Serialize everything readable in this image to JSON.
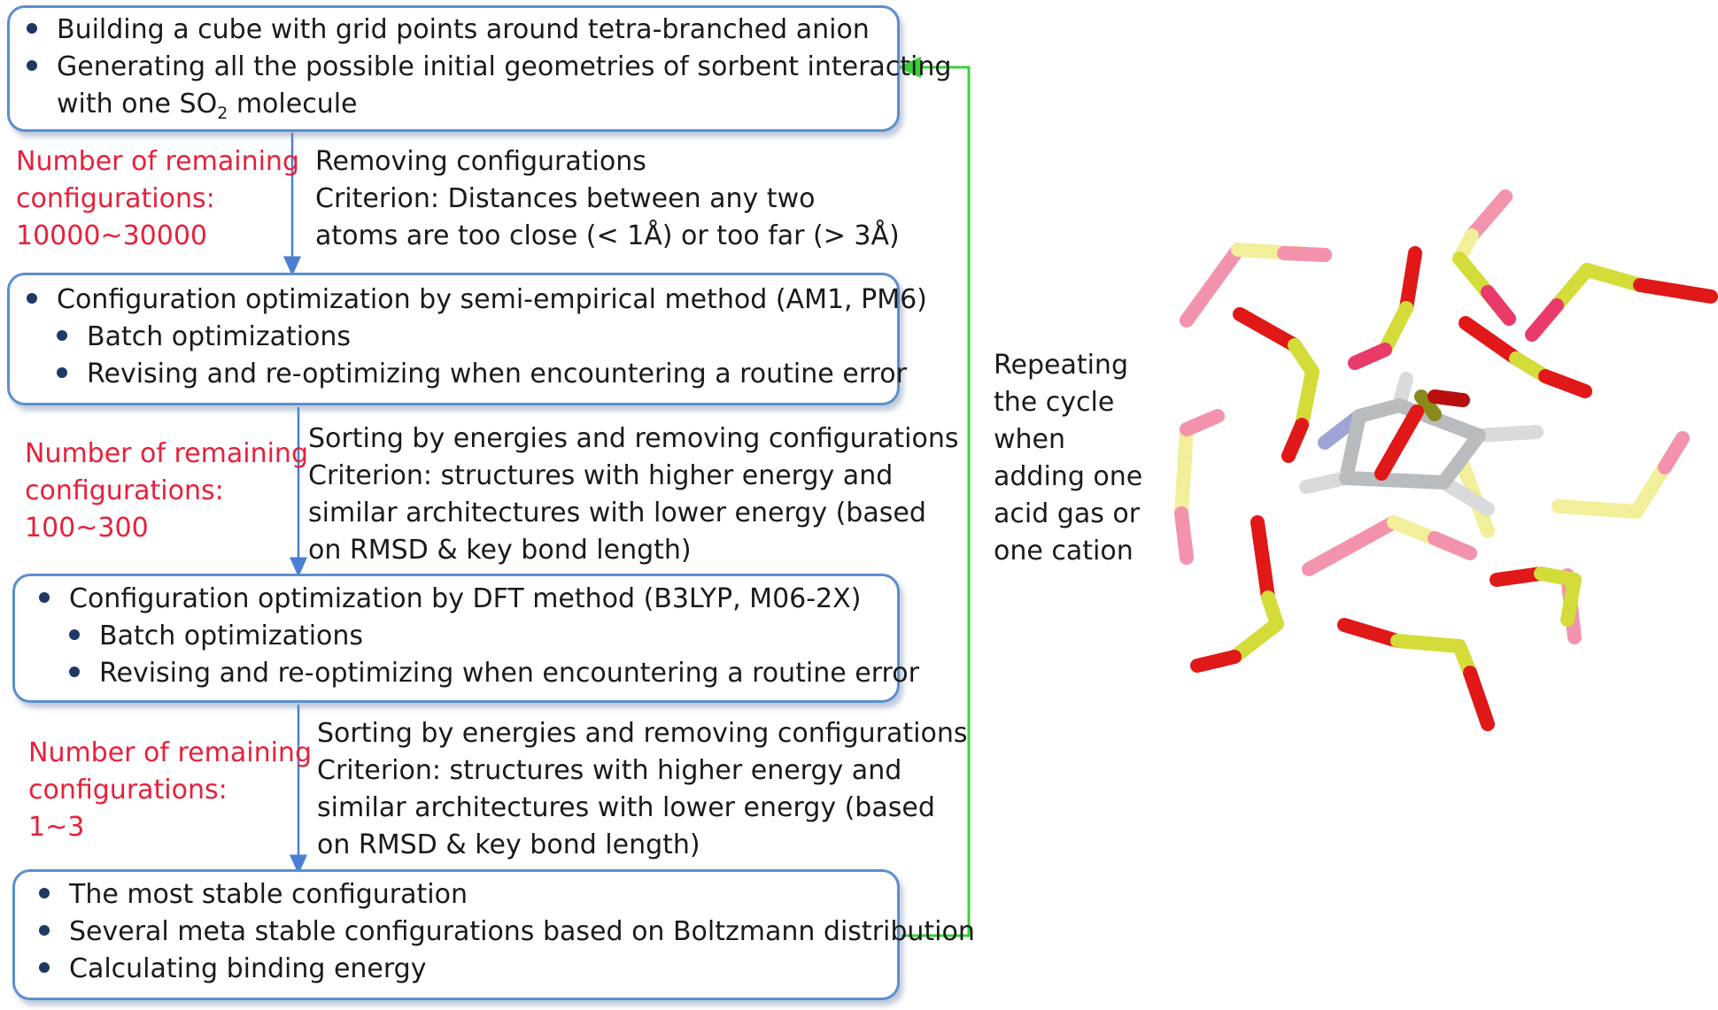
{
  "box1": {
    "line1": "Building a cube with grid points around tetra-branched anion",
    "line2": "Generating all the possible initial geometries of sorbent interacting",
    "line3_a": "with one SO",
    "line3_sub": "2",
    "line3_b": " molecule"
  },
  "step1": {
    "label_line1": "Number of remaining",
    "label_line2": "configurations:",
    "count": "10000~30000",
    "action": "Removing configurations",
    "criterion_label": "Criterion",
    "criterion_line1": ": Distances between any two",
    "criterion_line2": "atoms are too close (< 1Å) or too far (> 3Å)"
  },
  "box2": {
    "line1": "Configuration optimization by semi-empirical method (AM1, PM6)",
    "line2": "Batch optimizations",
    "line3": "Revising and re-optimizing when encountering a routine error"
  },
  "step2": {
    "label_line1": "Number of remaining",
    "label_line2": "configurations:",
    "count": "100~300",
    "action": "Sorting by energies and removing configurations",
    "criterion_label": "Criterion",
    "criterion_line1": ": structures with higher energy and",
    "criterion_line2": "similar architectures with lower energy (based",
    "criterion_line3": "on RMSD & key bond length)"
  },
  "box3": {
    "line1": "Configuration optimization by DFT method (B3LYP, M06-2X)",
    "line2": "Batch optimizations",
    "line3": "Revising and re-optimizing when encountering a routine error"
  },
  "step3": {
    "label_line1": "Number of remaining",
    "label_line2": "configurations:",
    "count": "1~3",
    "action": "Sorting by energies and removing configurations",
    "criterion_label": "Criterion",
    "criterion_line1": ": structures with higher energy and",
    "criterion_line2": "similar architectures with lower energy (based",
    "criterion_line3": "on RMSD & key bond length)"
  },
  "box4": {
    "line1": "The most stable configuration",
    "line2": "Several meta stable configurations based on Boltzmann distribution",
    "line3": "Calculating binding energy"
  },
  "loop": {
    "line1": "Repeating",
    "line2": "the cycle",
    "line3": "when",
    "line4": "adding one",
    "line5": "acid gas or",
    "line6": "one cation"
  },
  "colors": {
    "box_border": "#5b8fd0",
    "arrow": "#4a7fd4",
    "loop_arrow": "#3ad13a",
    "count_text": "#e8203a",
    "bullet": "#1f3864",
    "sulfur": "#d4dc3a",
    "oxygen": "#e01818",
    "carbon": "#b8bcbf",
    "nitrogen": "#9ea4d6"
  }
}
